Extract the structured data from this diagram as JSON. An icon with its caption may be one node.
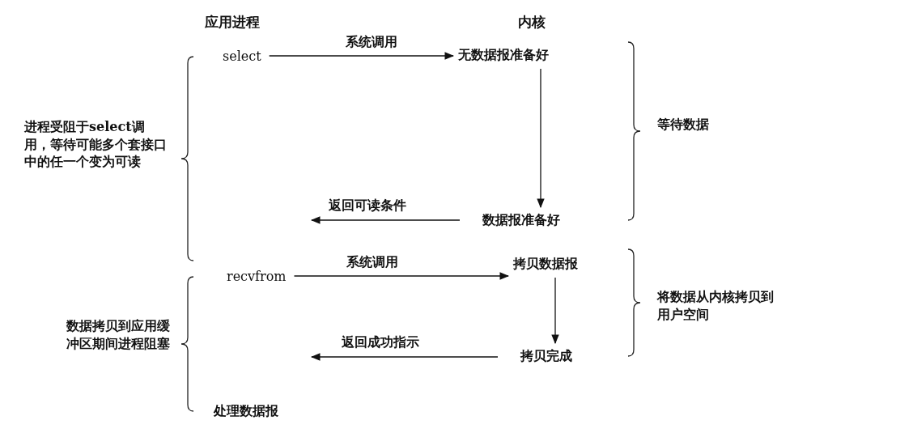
{
  "diagram": {
    "nodes": [
      {
        "text": [
          "select"
        ]
      },
      {
        "text": [
          "无数据报准备好"
        ]
      },
      {
        "text": [
          "数据报准备好"
        ]
      },
      {
        "text": [
          "recvfrom"
        ]
      },
      {
        "text": [
          "拷贝数据报"
        ]
      },
      {
        "text": [
          "拷贝完成"
        ]
      }
    ],
    "edges": [
      {
        "from": 0,
        "to": 1,
        "arrow": "to",
        "label": "系统调用"
      },
      {
        "from": 1,
        "to": 2,
        "arrow": "to"
      },
      {
        "from": 2,
        "to": null,
        "arrow": "to",
        "label": "返回可读条件"
      },
      {
        "from": 3,
        "to": 4,
        "arrow": "to",
        "label": "系统调用"
      },
      {
        "from": 4,
        "to": 5,
        "arrow": "to"
      },
      {
        "from": 5,
        "to": null,
        "arrow": "to",
        "label": "返回成功指示"
      }
    ],
    "labels": [
      "应用进程",
      "内核",
      "进程受阻于select调用，等待可能多个套接口中的任一个变为可读",
      "等待数据",
      "将数据从内核拷贝到用户空间",
      "数据拷贝到应用缓冲区期间进程阻塞",
      "处理数据报"
    ]
  }
}
